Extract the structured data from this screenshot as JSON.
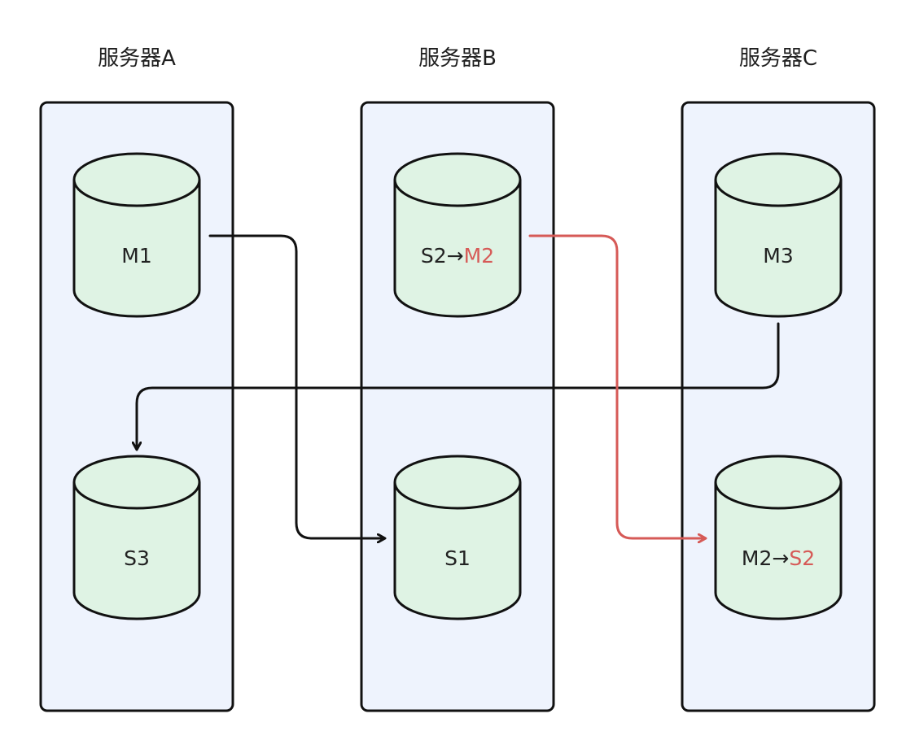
{
  "servers": [
    {
      "title": "服务器A",
      "databases": [
        {
          "label": "M1"
        },
        {
          "label": "S3"
        }
      ]
    },
    {
      "title": "服务器B",
      "databases": [
        {
          "label_prefix": "S2→",
          "label_highlight": "M2"
        },
        {
          "label": "S1"
        }
      ]
    },
    {
      "title": "服务器C",
      "databases": [
        {
          "label": "M3"
        },
        {
          "label_prefix": "M2→",
          "label_highlight": "S2"
        }
      ]
    }
  ],
  "colors": {
    "server_fill": "#eef3fd",
    "server_stroke": "#111111",
    "db_fill": "#dff3e4",
    "db_stroke": "#111111",
    "arrow_black": "#111111",
    "arrow_red": "#d65a57"
  }
}
